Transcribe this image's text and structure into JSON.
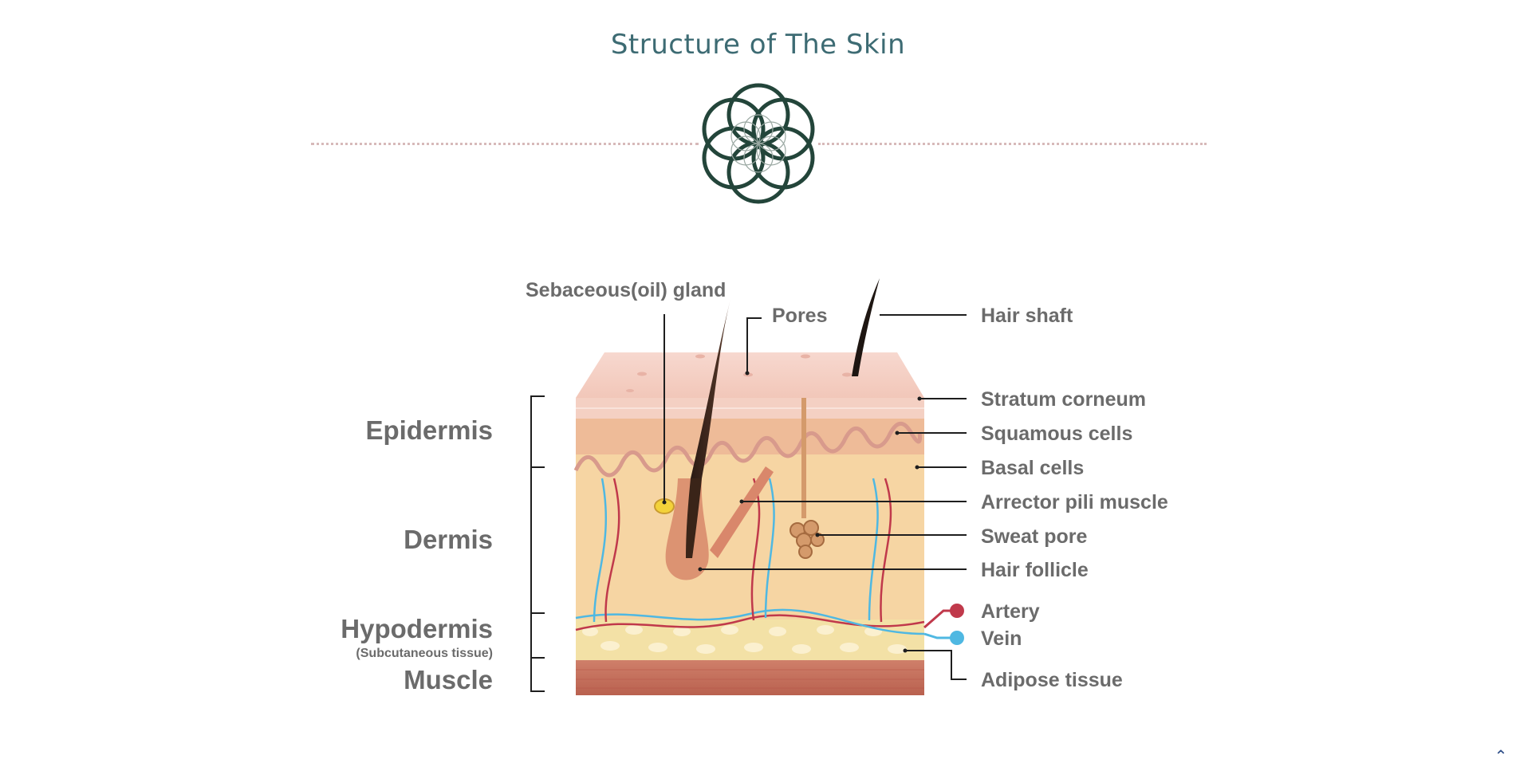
{
  "header": {
    "title": "Structure of The Skin"
  },
  "layers": {
    "epidermis": "Epidermis",
    "dermis": "Dermis",
    "hypodermis": "Hypodermis",
    "hypodermis_sub": "(Subcutaneous tissue)",
    "muscle": "Muscle"
  },
  "callouts": {
    "sebaceous": "Sebaceous(oil) gland",
    "pores": "Pores",
    "hair_shaft": "Hair shaft",
    "stratum_corneum": "Stratum corneum",
    "squamous": "Squamous cells",
    "basal": "Basal cells",
    "arrector": "Arrector pili muscle",
    "sweat": "Sweat pore",
    "follicle": "Hair follicle",
    "artery": "Artery",
    "vein": "Vein",
    "adipose": "Adipose tissue"
  },
  "colors": {
    "title": "#3d6b73",
    "emblem": "#23453a",
    "label": "#6b6b6b",
    "artery": "#c0394b",
    "vein": "#4fb8e2",
    "divider": "#d7b9b9"
  },
  "icons": {
    "emblem": "flower-of-life-icon",
    "scroll_top": "double-chevron-up-icon"
  }
}
